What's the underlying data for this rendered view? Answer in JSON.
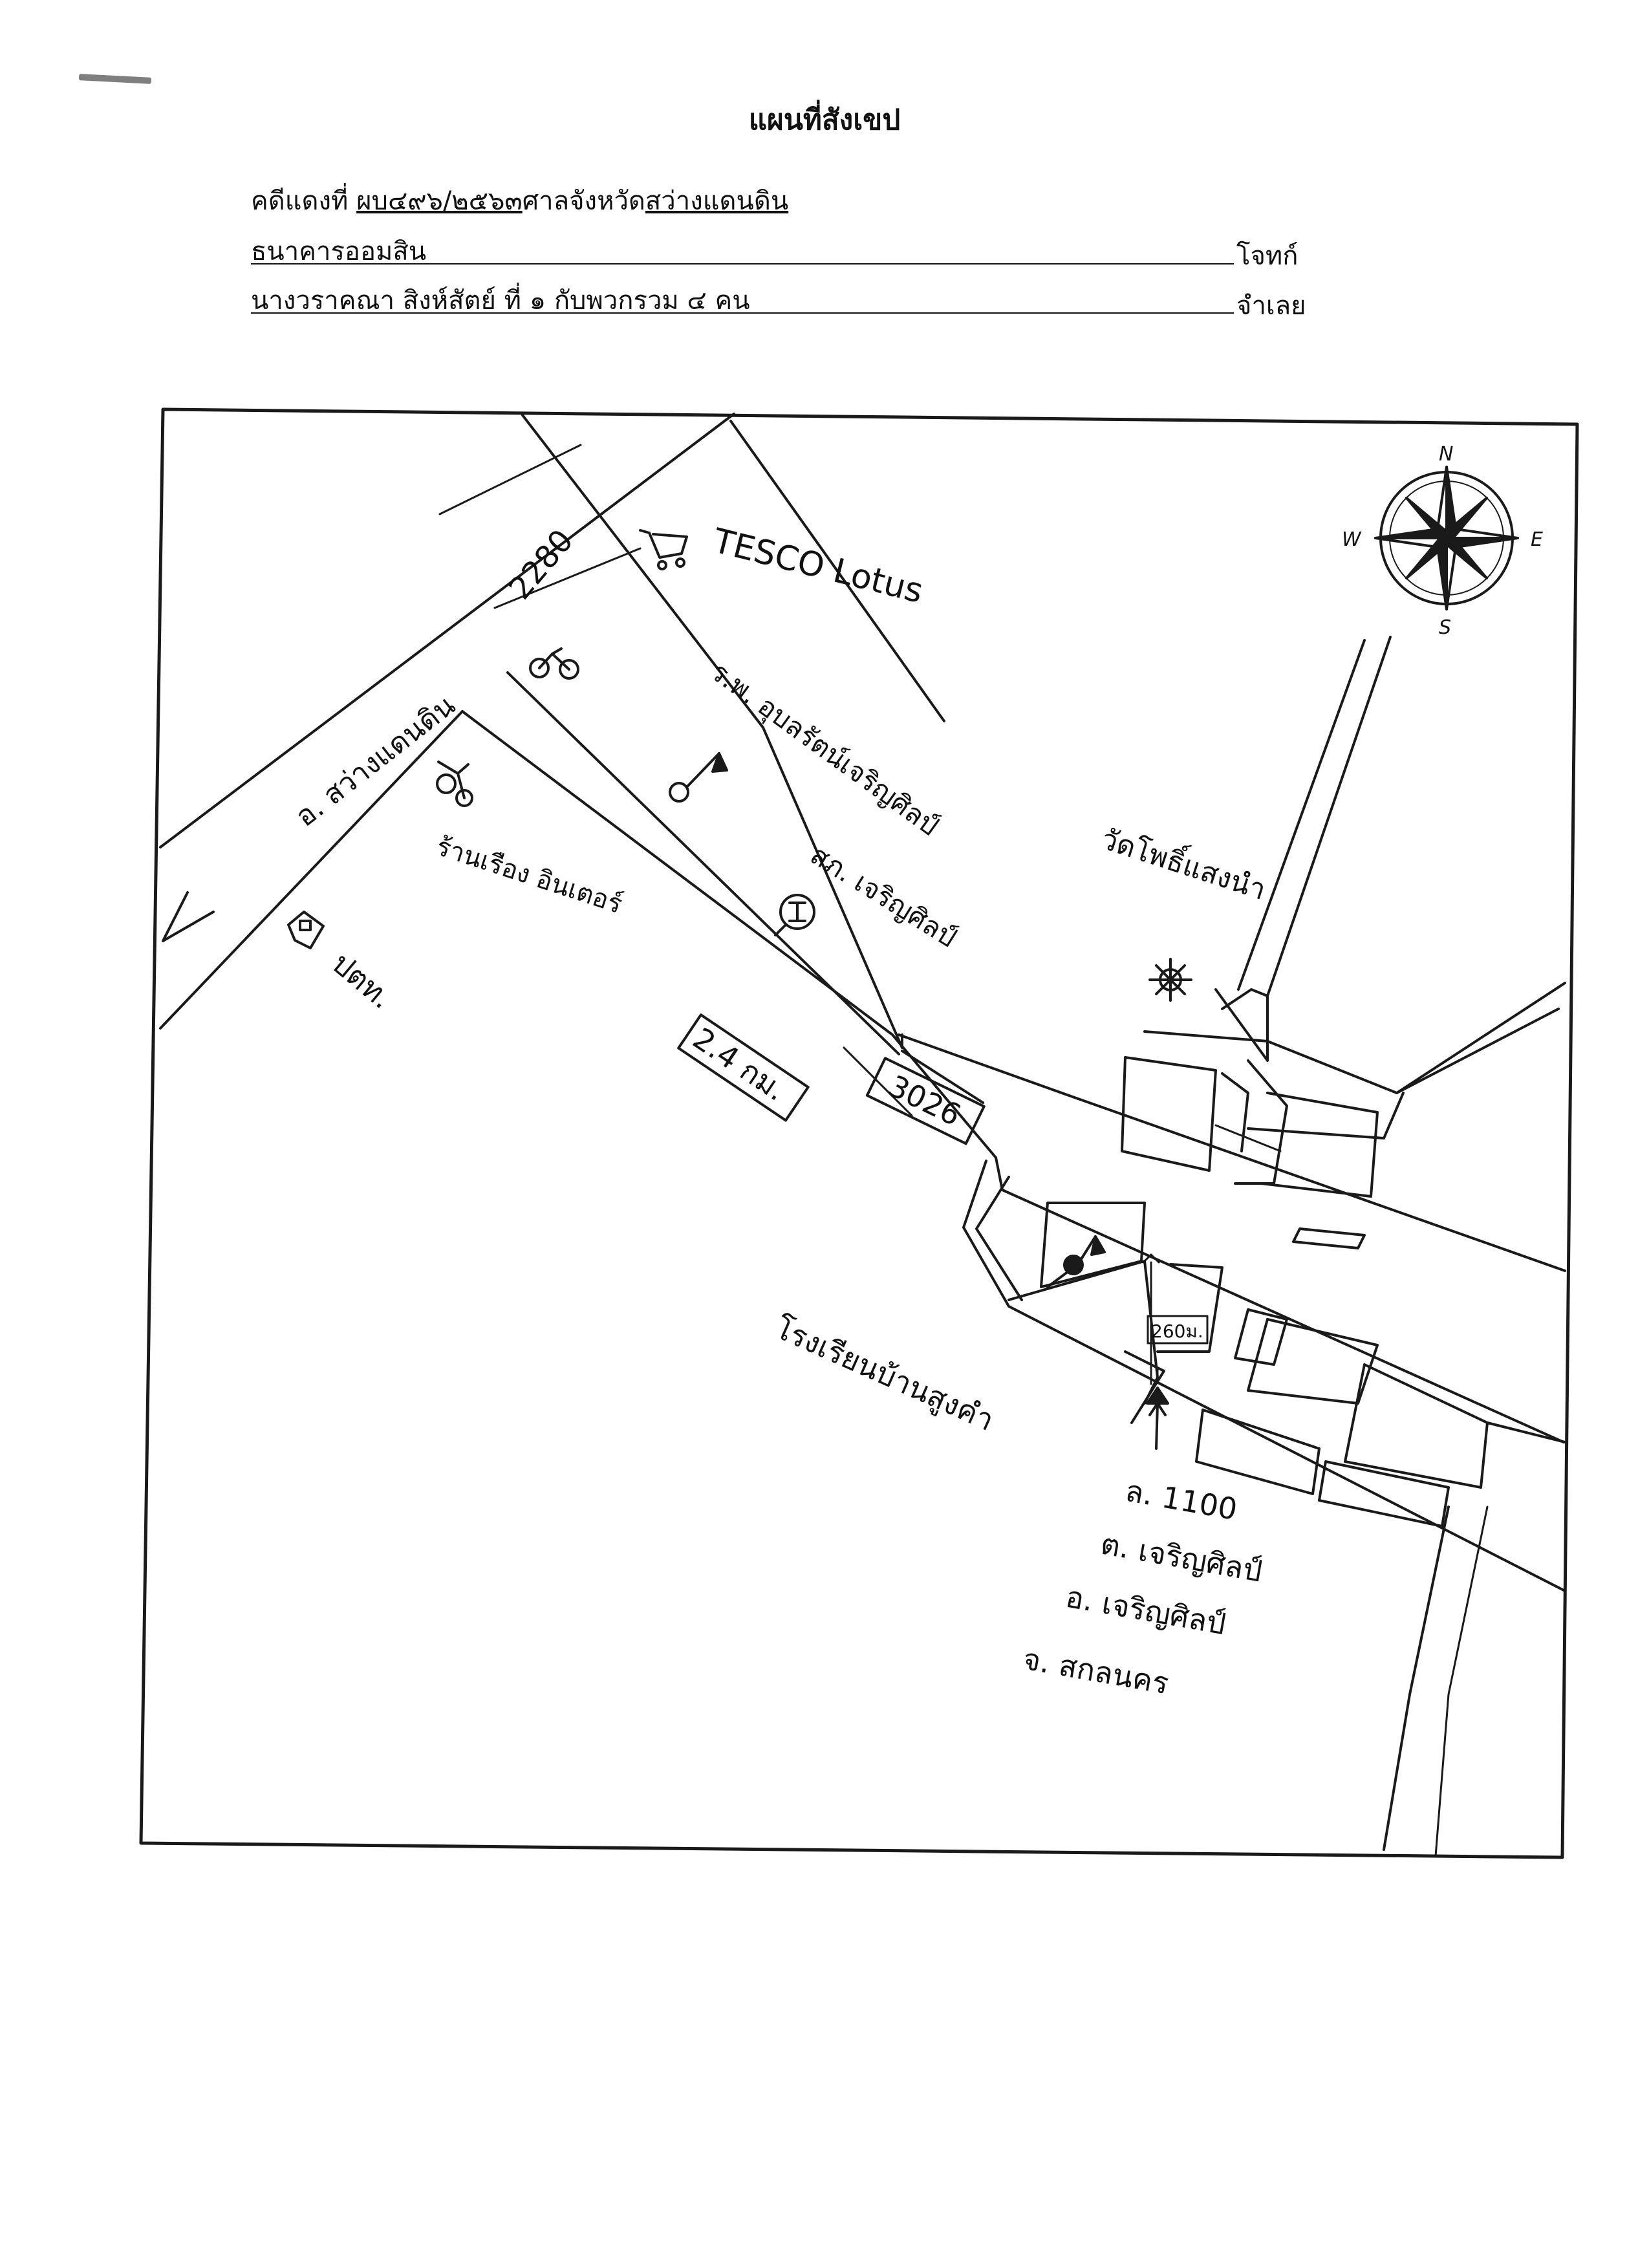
{
  "title": "แผนที่สังเขป",
  "case": {
    "prefix": "คดีแดงที่",
    "number": "ผบ๔๙๖/๒๕๖๓",
    "court_prefix": "ศาลจังหวัด",
    "court_name": "สว่างแดนดิน"
  },
  "plaintiff": {
    "name": "ธนาคารออมสิน",
    "role": "โจทก์"
  },
  "defendant": {
    "name": "นางวราคณา สิงห์สัตย์ ที่ ๑  กับพวกรวม ๔ คน",
    "role": "จำเลย"
  },
  "compass": {
    "north": "N",
    "south": "S",
    "east": "E",
    "west": "W"
  },
  "map_labels": {
    "road_2280": "2280",
    "tesco": "TESCO Lotus",
    "road_district": "อ. สว่างแดนดิน",
    "hospital": "ร.พ. อุบลรัตน์เจริญศิลป์",
    "station": "สภ. เจริญศิลป์",
    "temple": "วัดโพธิ์แสงนำ",
    "gas_station": "ปตท.",
    "shop": "ร้านเรือง อินเตอร์",
    "distance_main": "2.4 กม.",
    "road_3026": "3026",
    "distance_small": "260ม.",
    "school": "โรงเรียนบ้านสูงคำ",
    "address_lines": [
      "ล. 1100",
      "ต. เจริญศิลป์",
      "อ. เจริญศิลป์",
      "จ. สกลนคร"
    ]
  }
}
